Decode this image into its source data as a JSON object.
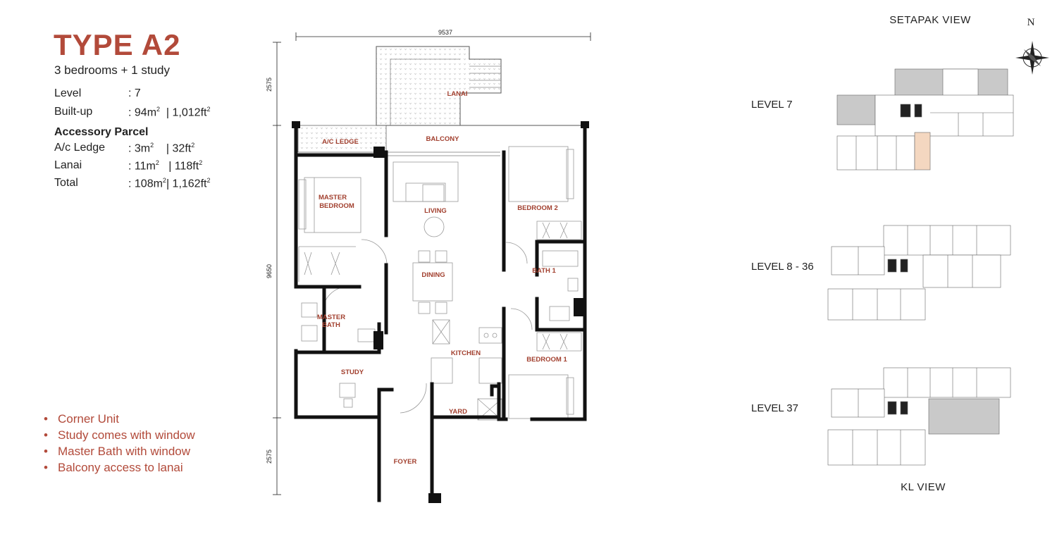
{
  "unit": {
    "title": "TYPE A2",
    "subtitle": "3 bedrooms + 1 study",
    "level_label": "Level",
    "level_value": ": 7",
    "builtup_label": "Built-up",
    "builtup_metric": ": 94m",
    "builtup_imperial": "| 1,012ft",
    "accessory_heading": "Accessory Parcel",
    "ac_label": "A/c Ledge",
    "ac_metric": ": 3m",
    "ac_imperial": "| 32ft",
    "lanai_label": "Lanai",
    "lanai_metric": ": 11m",
    "lanai_imperial": "| 118ft",
    "total_label": "Total",
    "total_metric": ": 108m",
    "total_imperial": "| 1,162ft",
    "sq": "2"
  },
  "features": [
    "Corner Unit",
    "Study comes with window",
    "Master Bath with window",
    "Balcony access to lanai"
  ],
  "plan": {
    "dim_width": "9537",
    "dim_top": "2575",
    "dim_mid": "9650",
    "dim_bottom": "2575",
    "rooms": {
      "lanai": "LANAI",
      "ac_ledge": "A/C LEDGE",
      "balcony": "BALCONY",
      "master_bedroom_1": "MASTER",
      "master_bedroom_2": "BEDROOM",
      "living": "LIVING",
      "bedroom2": "BEDROOM 2",
      "dining": "DINING",
      "bath1": "BATH 1",
      "master_bath_1": "MASTER",
      "master_bath_2": "BATH",
      "kitchen": "KITCHEN",
      "study": "STUDY",
      "bedroom1": "BEDROOM 1",
      "yard": "YARD",
      "foyer": "FOYER"
    }
  },
  "keyplan": {
    "setapak_view": "SETAPAK VIEW",
    "kl_view": "KL VIEW",
    "north": "N",
    "levels": [
      "LEVEL 7",
      "LEVEL 8 - 36",
      "LEVEL 37"
    ]
  },
  "colors": {
    "accent": "#b24a3a",
    "highlight": "#f4d7c0",
    "shade": "#c9c9c9"
  }
}
